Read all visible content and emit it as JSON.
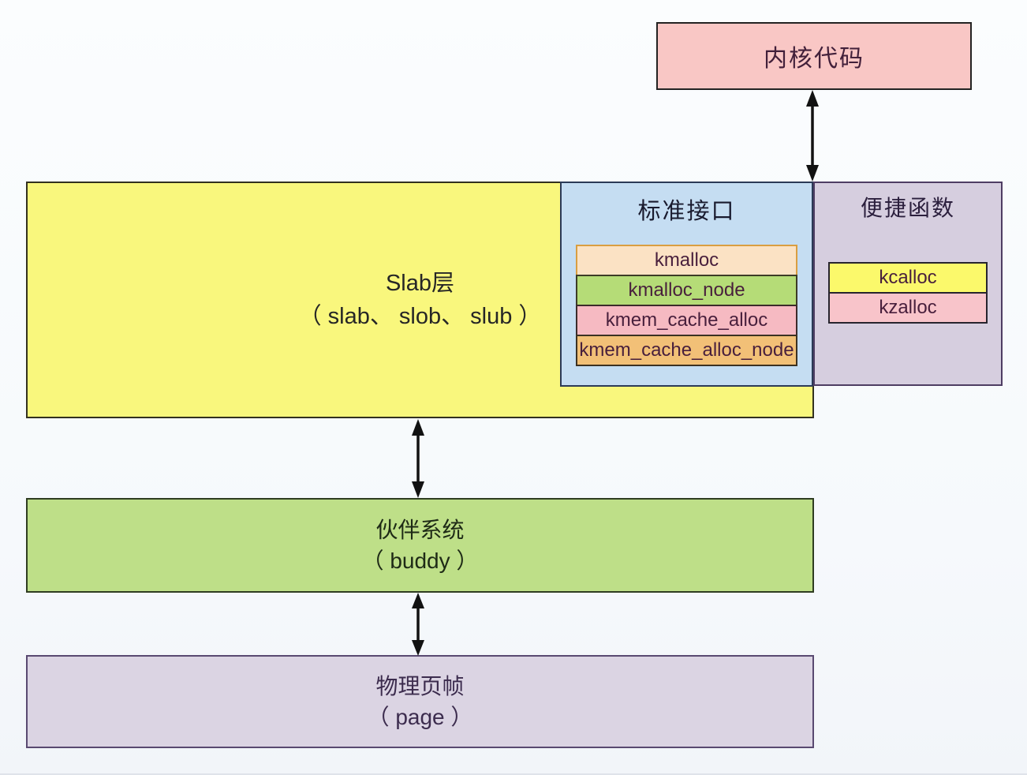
{
  "kernel_code": {
    "label": "内核代码"
  },
  "slab_layer": {
    "line1": "Slab层",
    "line2": "（ slab、 slob、 slub ）"
  },
  "standard_interface": {
    "title": "标准接口",
    "functions": [
      {
        "label": "kmalloc",
        "fill": "#fbe2c4",
        "border": "#d99e41"
      },
      {
        "label": "kmalloc_node",
        "fill": "#b5dc77",
        "border": "#3c3b26"
      },
      {
        "label": "kmem_cache_alloc",
        "fill": "#f6bac2",
        "border": "#3c2b2b"
      },
      {
        "label": "kmem_cache_alloc_node",
        "fill": "#f2c077",
        "border": "#3c3122"
      }
    ]
  },
  "convenience_functions": {
    "title": "便捷函数",
    "functions": [
      {
        "label": "kcalloc",
        "fill": "#fbf96b"
      },
      {
        "label": "kzalloc",
        "fill": "#f8c4ca"
      }
    ]
  },
  "buddy_system": {
    "line1": "伙伴系统",
    "line2": "（ buddy ）"
  },
  "physical_page": {
    "line1": "物理页帧",
    "line2": "（ page ）"
  },
  "colors": {
    "background": "#f7fafc",
    "kernel_code_fill": "#f9c7c5",
    "slab_fill": "#f9f77d",
    "standard_interface_fill": "#c5ddf2",
    "convenience_fill": "#d6cedf",
    "buddy_fill": "#bedf88",
    "page_fill": "#dbd4e3",
    "arrow": "#121212"
  }
}
